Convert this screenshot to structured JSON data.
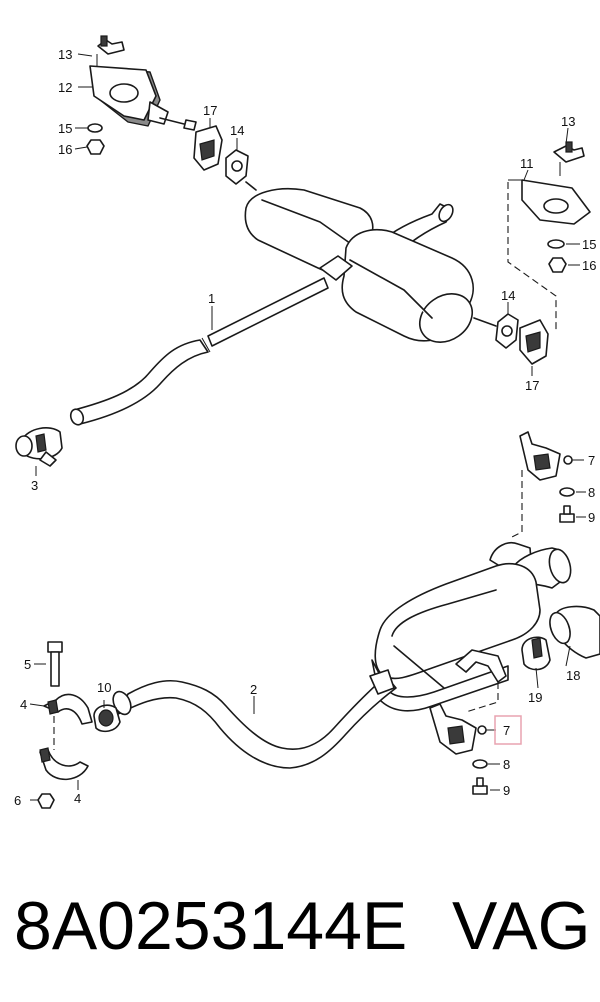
{
  "labels": {
    "l1": "1",
    "l2": "2",
    "l3": "3",
    "l4a": "4",
    "l4b": "4",
    "l5": "5",
    "l6": "6",
    "l7a": "7",
    "l7b": "7",
    "l8a": "8",
    "l8b": "8",
    "l9a": "9",
    "l9b": "9",
    "l10": "10",
    "l11": "11",
    "l12": "12",
    "l13a": "13",
    "l13b": "13",
    "l14a": "14",
    "l14b": "14",
    "l15a": "15",
    "l15b": "15",
    "l16a": "16",
    "l16b": "16",
    "l17a": "17",
    "l17b": "17",
    "l18": "18",
    "l19": "19"
  },
  "highlighted_callout": "7",
  "caption": {
    "part_number": "8A0253144E",
    "brand": "VAG"
  }
}
